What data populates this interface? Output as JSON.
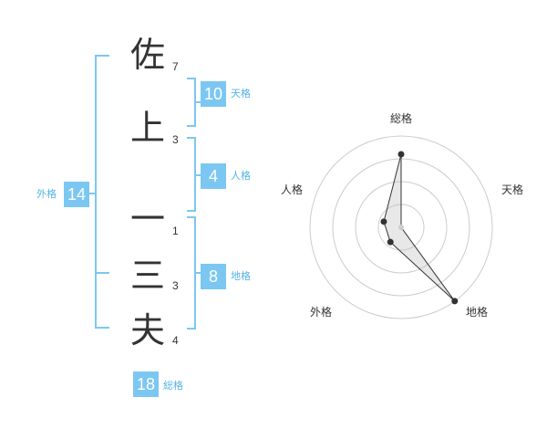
{
  "name_chars": [
    {
      "char": "佐",
      "strokes": "7"
    },
    {
      "char": "上",
      "strokes": "3"
    },
    {
      "char": "一",
      "strokes": "1"
    },
    {
      "char": "三",
      "strokes": "3"
    },
    {
      "char": "夫",
      "strokes": "4"
    }
  ],
  "fortunes": {
    "tenkaku": {
      "label": "天格",
      "value": "10"
    },
    "jinkaku": {
      "label": "人格",
      "value": "4"
    },
    "chikaku": {
      "label": "地格",
      "value": "8"
    },
    "gaikaku": {
      "label": "外格",
      "value": "14"
    },
    "soukaku": {
      "label": "総格",
      "value": "18"
    }
  },
  "accent_color": "#7cc7f1",
  "chart_data": {
    "type": "radar",
    "axes": [
      "総格",
      "天格",
      "地格",
      "外格",
      "人格"
    ],
    "values": [
      4,
      0,
      5,
      1,
      1
    ],
    "max": 5,
    "rings": 4
  }
}
